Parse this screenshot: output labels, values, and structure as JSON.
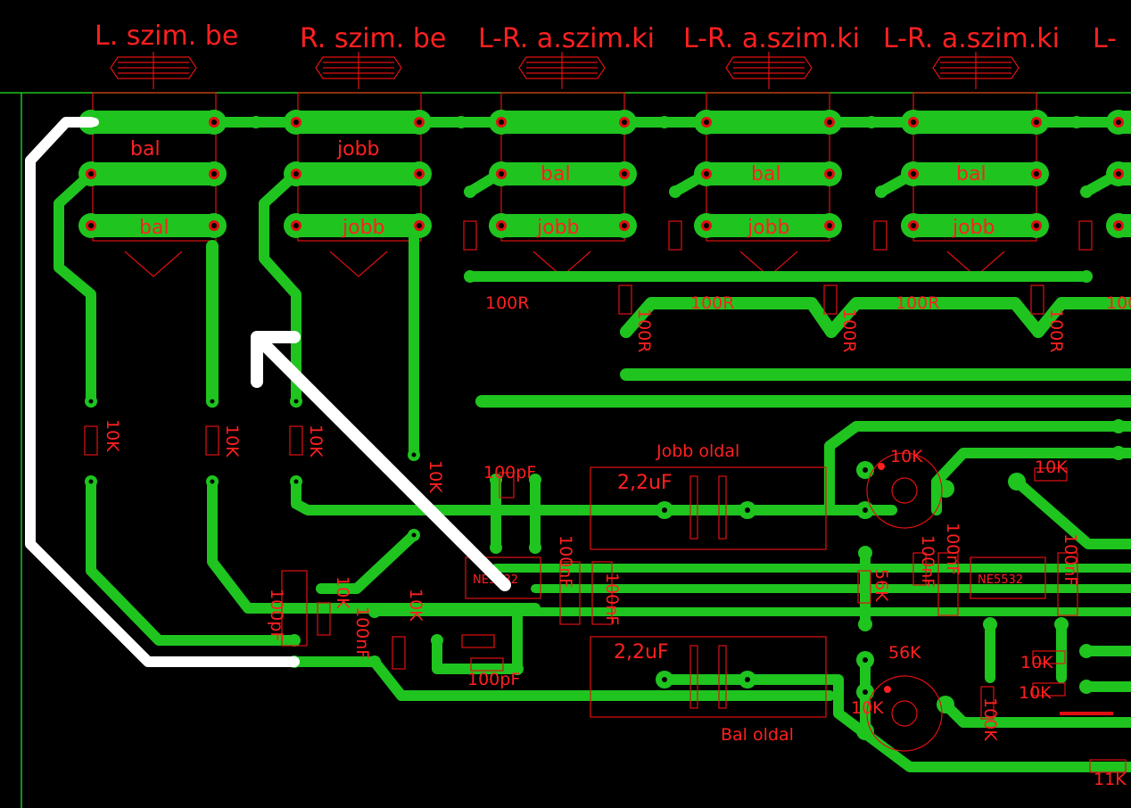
{
  "connectors": [
    {
      "label": "L. szim. be"
    },
    {
      "label": "R. szim. be"
    },
    {
      "label": "L-R. a.szim.ki"
    },
    {
      "label": "L-R. a.szim.ki"
    },
    {
      "label": "L-R. a.szim.ki"
    },
    {
      "label": "L-"
    }
  ],
  "bus_labels": [
    "bal",
    "jobb",
    "bal",
    "bal",
    "bal",
    "bal",
    "jobb",
    "jobb",
    "jobb",
    "jobb"
  ],
  "parts": {
    "r10k_a": "10K",
    "r10k_b": "10K",
    "r10k_c": "10K",
    "r10k_d": "10K",
    "r10k_e": "10K",
    "r10k_f": "10K",
    "r10k_g": "10K",
    "r10k_h": "10K",
    "r10k_i": "10K",
    "r10k_j": "10K",
    "r10k_k": "10K",
    "r100r_1": "100R",
    "r100r_2": "100R",
    "r100r_3": "100R",
    "r100r_4": "100R",
    "r100r_v1": "100R",
    "r100r_v2": "100R",
    "r100r_v3": "100R",
    "c100pf_1": "100pF",
    "c100pf_2": "100pF",
    "c100pf_3": "100pF",
    "c100nf_1": "100nF",
    "c100nf_2": "100nF",
    "c100nf_3": "100nF",
    "c100nf_4": "100nF",
    "c100nf_5": "100nF",
    "c100nf_6": "100nF",
    "cap_top": "2,2uF",
    "cap_bot": "2,2uF",
    "r56k_1": "56K",
    "r56k_2": "56K",
    "r100k": "100K",
    "r11k": "11K",
    "ic1": "NE5532",
    "ic2": "NE5532"
  },
  "side_labels": {
    "top": "Jobb oldal",
    "bottom": "Bal oldal"
  },
  "colors": {
    "background": "#000000",
    "copper": "#1fc41f",
    "silkscreen": "#e01010",
    "highlight": "#ffffff"
  },
  "arrow_icon": "arrow-up-left-icon"
}
